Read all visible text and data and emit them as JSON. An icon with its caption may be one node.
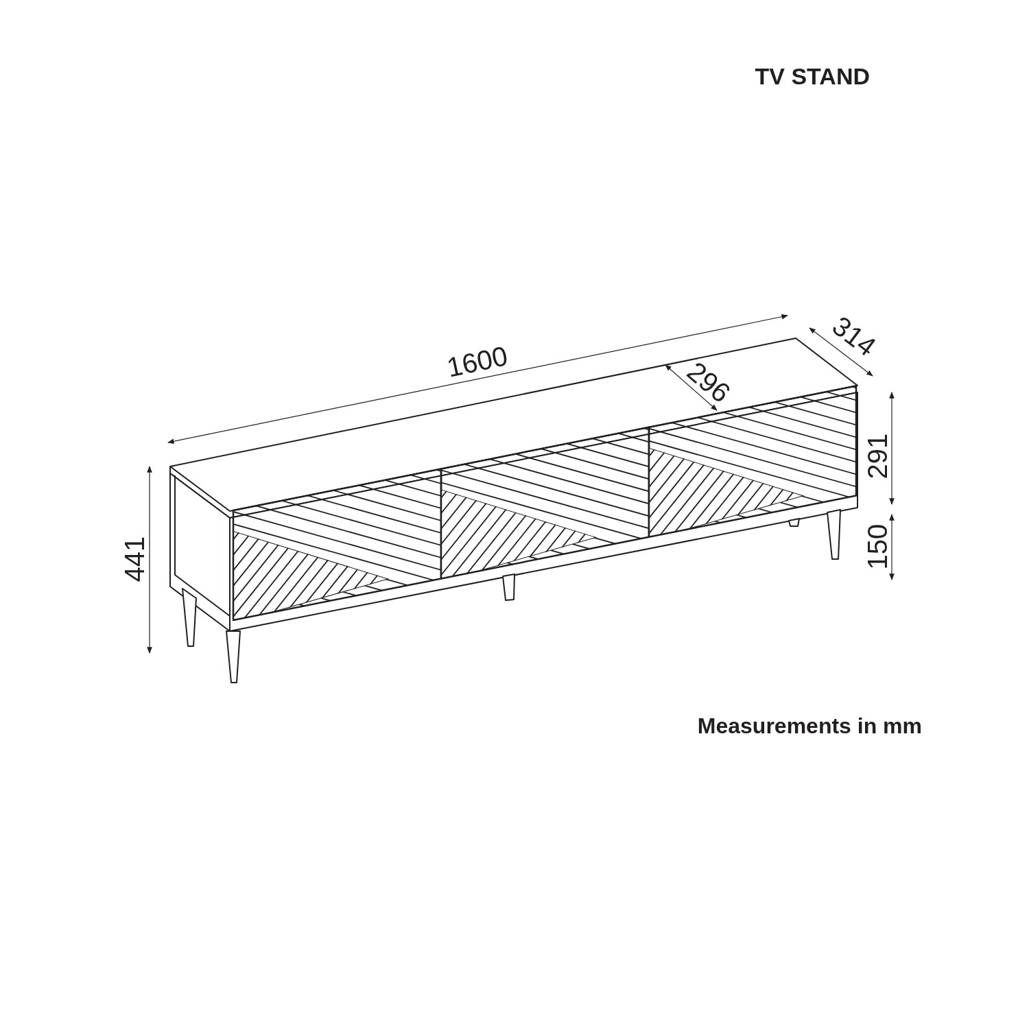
{
  "diagram": {
    "title": "TV STAND",
    "caption": "Measurements in mm",
    "labels": [
      "1600",
      "314",
      "296",
      "291",
      "150",
      "441"
    ]
  }
}
